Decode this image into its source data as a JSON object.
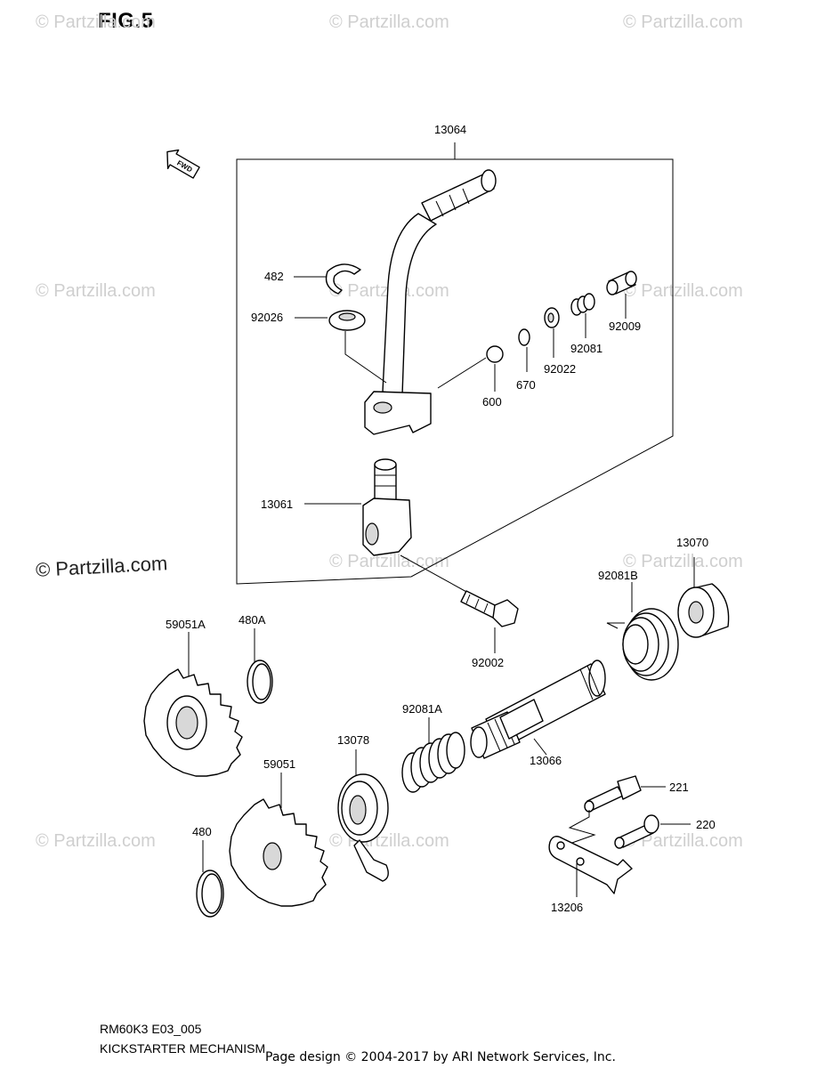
{
  "figure": {
    "title": "FIG.5",
    "code": "RM60K3 E03_005",
    "name": "KICKSTARTER MECHANISM",
    "direction_label": "FWD"
  },
  "watermark": {
    "text": "© Partzilla.com"
  },
  "copyright": "Page design © 2004-2017 by ARI Network Services, Inc.",
  "parts": {
    "p13064": "13064",
    "p482": "482",
    "p92026": "92026",
    "p92009": "92009",
    "p92081": "92081",
    "p92022": "92022",
    "p670": "670",
    "p600": "600",
    "p13061": "13061",
    "p13070": "13070",
    "p92081B": "92081B",
    "p59051A": "59051A",
    "p480A": "480A",
    "p92002": "92002",
    "p92081A": "92081A",
    "p13078": "13078",
    "p13066": "13066",
    "p59051": "59051",
    "p221": "221",
    "p220": "220",
    "p480": "480",
    "p13206": "13206"
  },
  "colors": {
    "line": "#000000",
    "watermark": "#cfcfcf",
    "background": "#ffffff"
  }
}
